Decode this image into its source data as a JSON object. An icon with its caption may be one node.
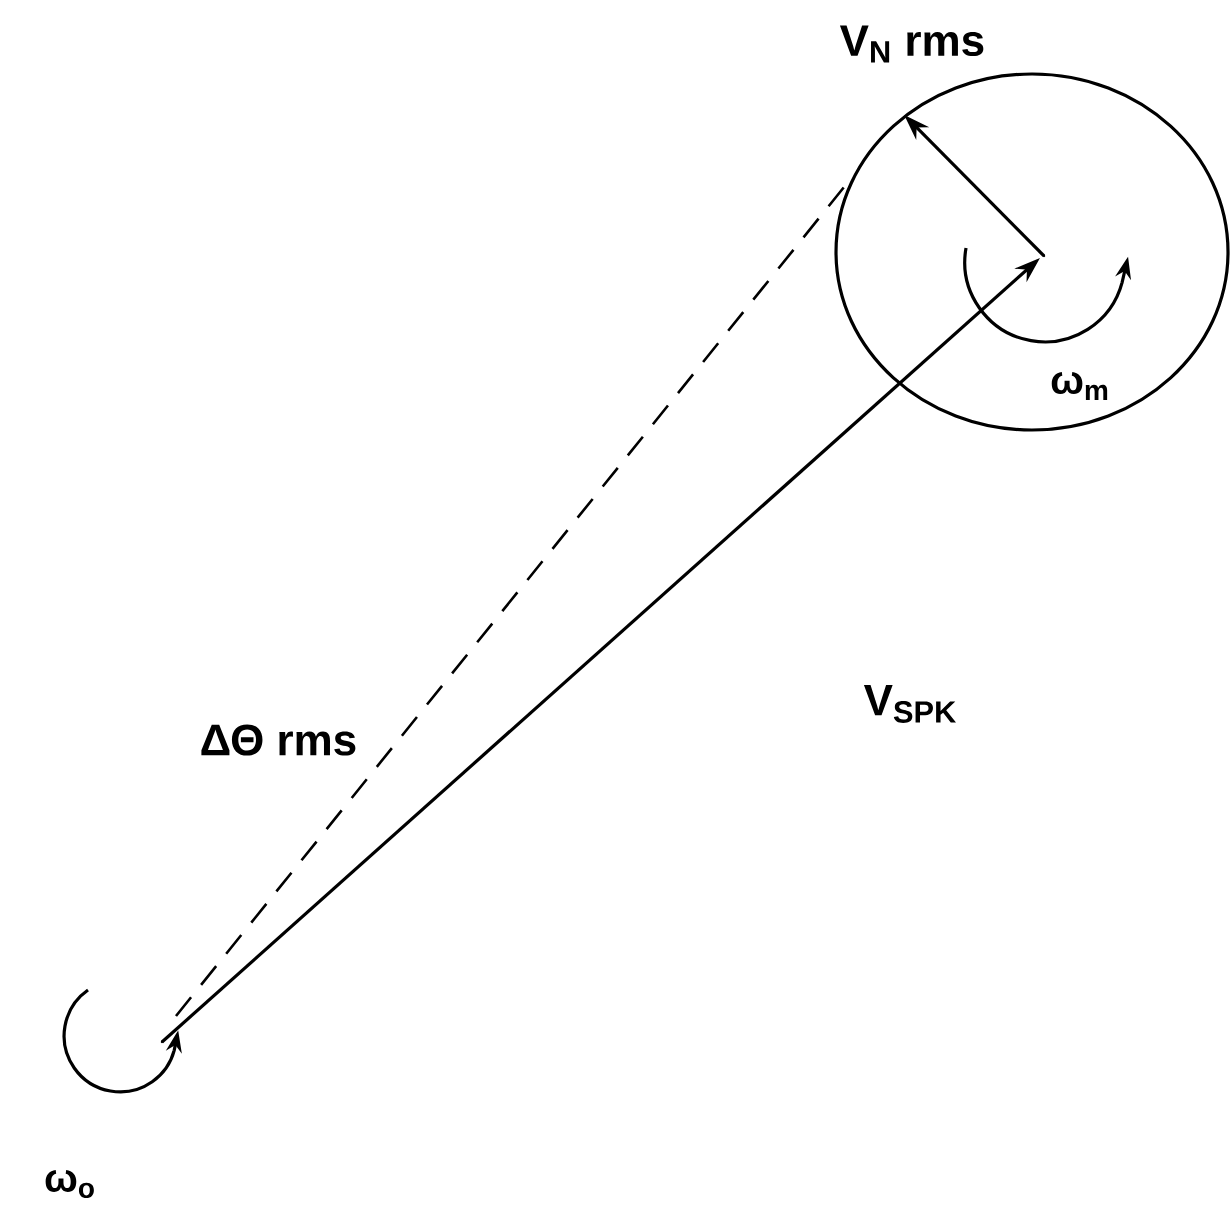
{
  "diagram": {
    "nodes": [
      {
        "text": [],
        "shape": "point"
      },
      {
        "text": [],
        "shape": "ellipse"
      },
      {
        "text": [],
        "shape": "point",
        "in": 1
      }
    ],
    "edges": [
      {
        "from": 0,
        "to": 2,
        "arrow": "to",
        "label": "V$_{SPK}$"
      },
      {
        "from": 2,
        "to": 1,
        "arrow": "to",
        "label": "V$_{N}$ rms"
      },
      {
        "from": 0,
        "to": 1,
        "arrow": "none",
        "style": "dashed",
        "label": "ΔΘ rms"
      }
    ],
    "labels": [
      "ω$_{m}$",
      "ω$_{o}$"
    ]
  }
}
